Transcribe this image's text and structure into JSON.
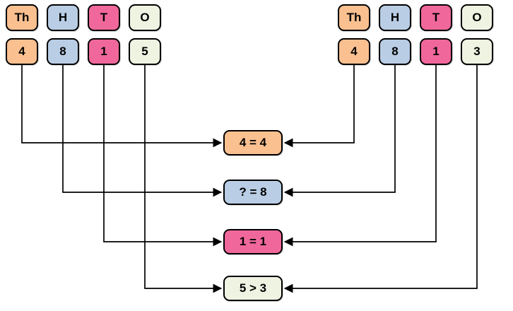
{
  "palette": {
    "thousands": "#FAC090",
    "hundreds": "#B9CDE5",
    "tens": "#F0689B",
    "ones": "#EFF3E2",
    "border": "#000000",
    "arrow": "#000000",
    "background": "#FFFFFF"
  },
  "left_number": {
    "headers": [
      "Th",
      "H",
      "T",
      "O"
    ],
    "digits": [
      "4",
      "8",
      "1",
      "5"
    ]
  },
  "right_number": {
    "headers": [
      "Th",
      "H",
      "T",
      "O"
    ],
    "digits": [
      "4",
      "8",
      "1",
      "3"
    ]
  },
  "comparisons": [
    "4 = 4",
    "? = 8",
    "1 = 1",
    "5 > 3"
  ]
}
